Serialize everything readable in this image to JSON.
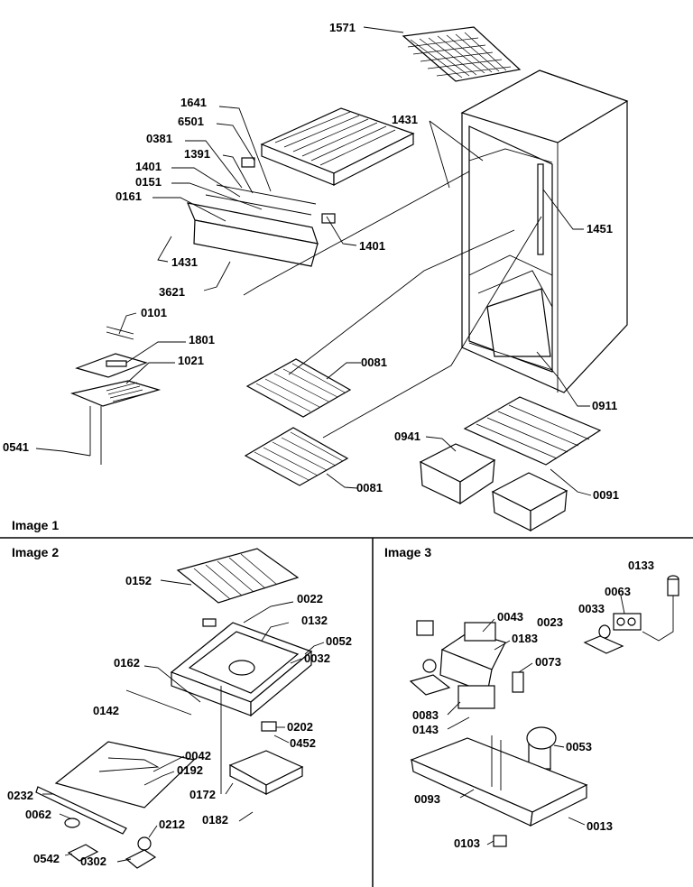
{
  "panels": [
    {
      "title": "Image 1"
    },
    {
      "title": "Image 2"
    },
    {
      "title": "Image 3"
    }
  ],
  "labels": {
    "p1571": "1571",
    "p1641": "1641",
    "p6501": "6501",
    "p0381": "0381",
    "p1391": "1391",
    "p1401a": "1401",
    "p0151": "0151",
    "p0161": "0161",
    "p1431a": "1431",
    "p1431b": "1431",
    "p3621": "3621",
    "p1401b": "1401",
    "p1451": "1451",
    "p0101": "0101",
    "p1801": "1801",
    "p1021": "1021",
    "p0541": "0541",
    "p0081a": "0081",
    "p0081b": "0081",
    "p0911": "0911",
    "p0941": "0941",
    "p0091": "0091",
    "p0152": "0152",
    "p0022": "0022",
    "p0132": "0132",
    "p0052": "0052",
    "p0032": "0032",
    "p0162": "0162",
    "p0142": "0142",
    "p0202": "0202",
    "p0452": "0452",
    "p0042": "0042",
    "p0192": "0192",
    "p0232": "0232",
    "p0172": "0172",
    "p0062": "0062",
    "p0212": "0212",
    "p0182": "0182",
    "p0542": "0542",
    "p0302": "0302",
    "p0133": "0133",
    "p0063": "0063",
    "p0033": "0033",
    "p0023": "0023",
    "p0043": "0043",
    "p0183": "0183",
    "p0073": "0073",
    "p0083": "0083",
    "p0143": "0143",
    "p0053": "0053",
    "p0093": "0093",
    "p0013": "0013",
    "p0103": "0103"
  }
}
